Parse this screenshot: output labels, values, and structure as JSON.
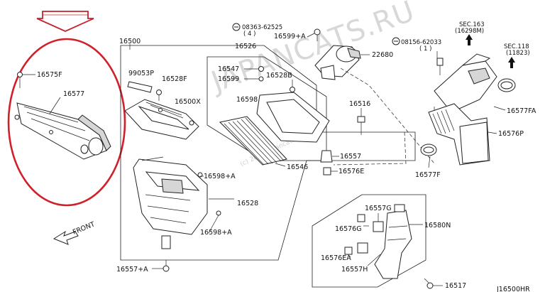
{
  "watermark": {
    "text": "JAPANCATS.RU",
    "small_text": "(c) 2008 japancats"
  },
  "labels": {
    "p16575F": "16575F",
    "p16577": "16577",
    "p16500": "16500",
    "p99053P": "99053P",
    "p16528F": "16528F",
    "p16500X": "16500X",
    "p16526": "16526",
    "p16547": "16547",
    "p16599": "16599",
    "p16528B": "16528B",
    "p16598": "16598",
    "p08363": "08363-62525",
    "p08363_qty": "( 4 )",
    "p16599A": "16599+A",
    "p22680": "22680",
    "p08156": "08156-62033",
    "p08156_qty": "( 1 )",
    "sec163": "SEC.163",
    "sec163_sub": "(16298M)",
    "sec118": "SEC.118",
    "sec118_sub": "(11823)",
    "p16516": "16516",
    "p16577FA": "16577FA",
    "p16576P": "16576P",
    "p16557": "16557",
    "p16546": "16546",
    "p16576E": "16576E",
    "p16577F": "16577F",
    "p16598A_top": "16598+A",
    "p16528": "16528",
    "p16598A_bot": "16598+A",
    "p16557A": "16557+A",
    "p16557G": "16557G",
    "p16576G": "16576G",
    "p16580N": "16580N",
    "p16576EA": "16576EA",
    "p16557H": "16557H",
    "p16517": "16517",
    "front": "FRONT",
    "ref": "J16500HR"
  }
}
